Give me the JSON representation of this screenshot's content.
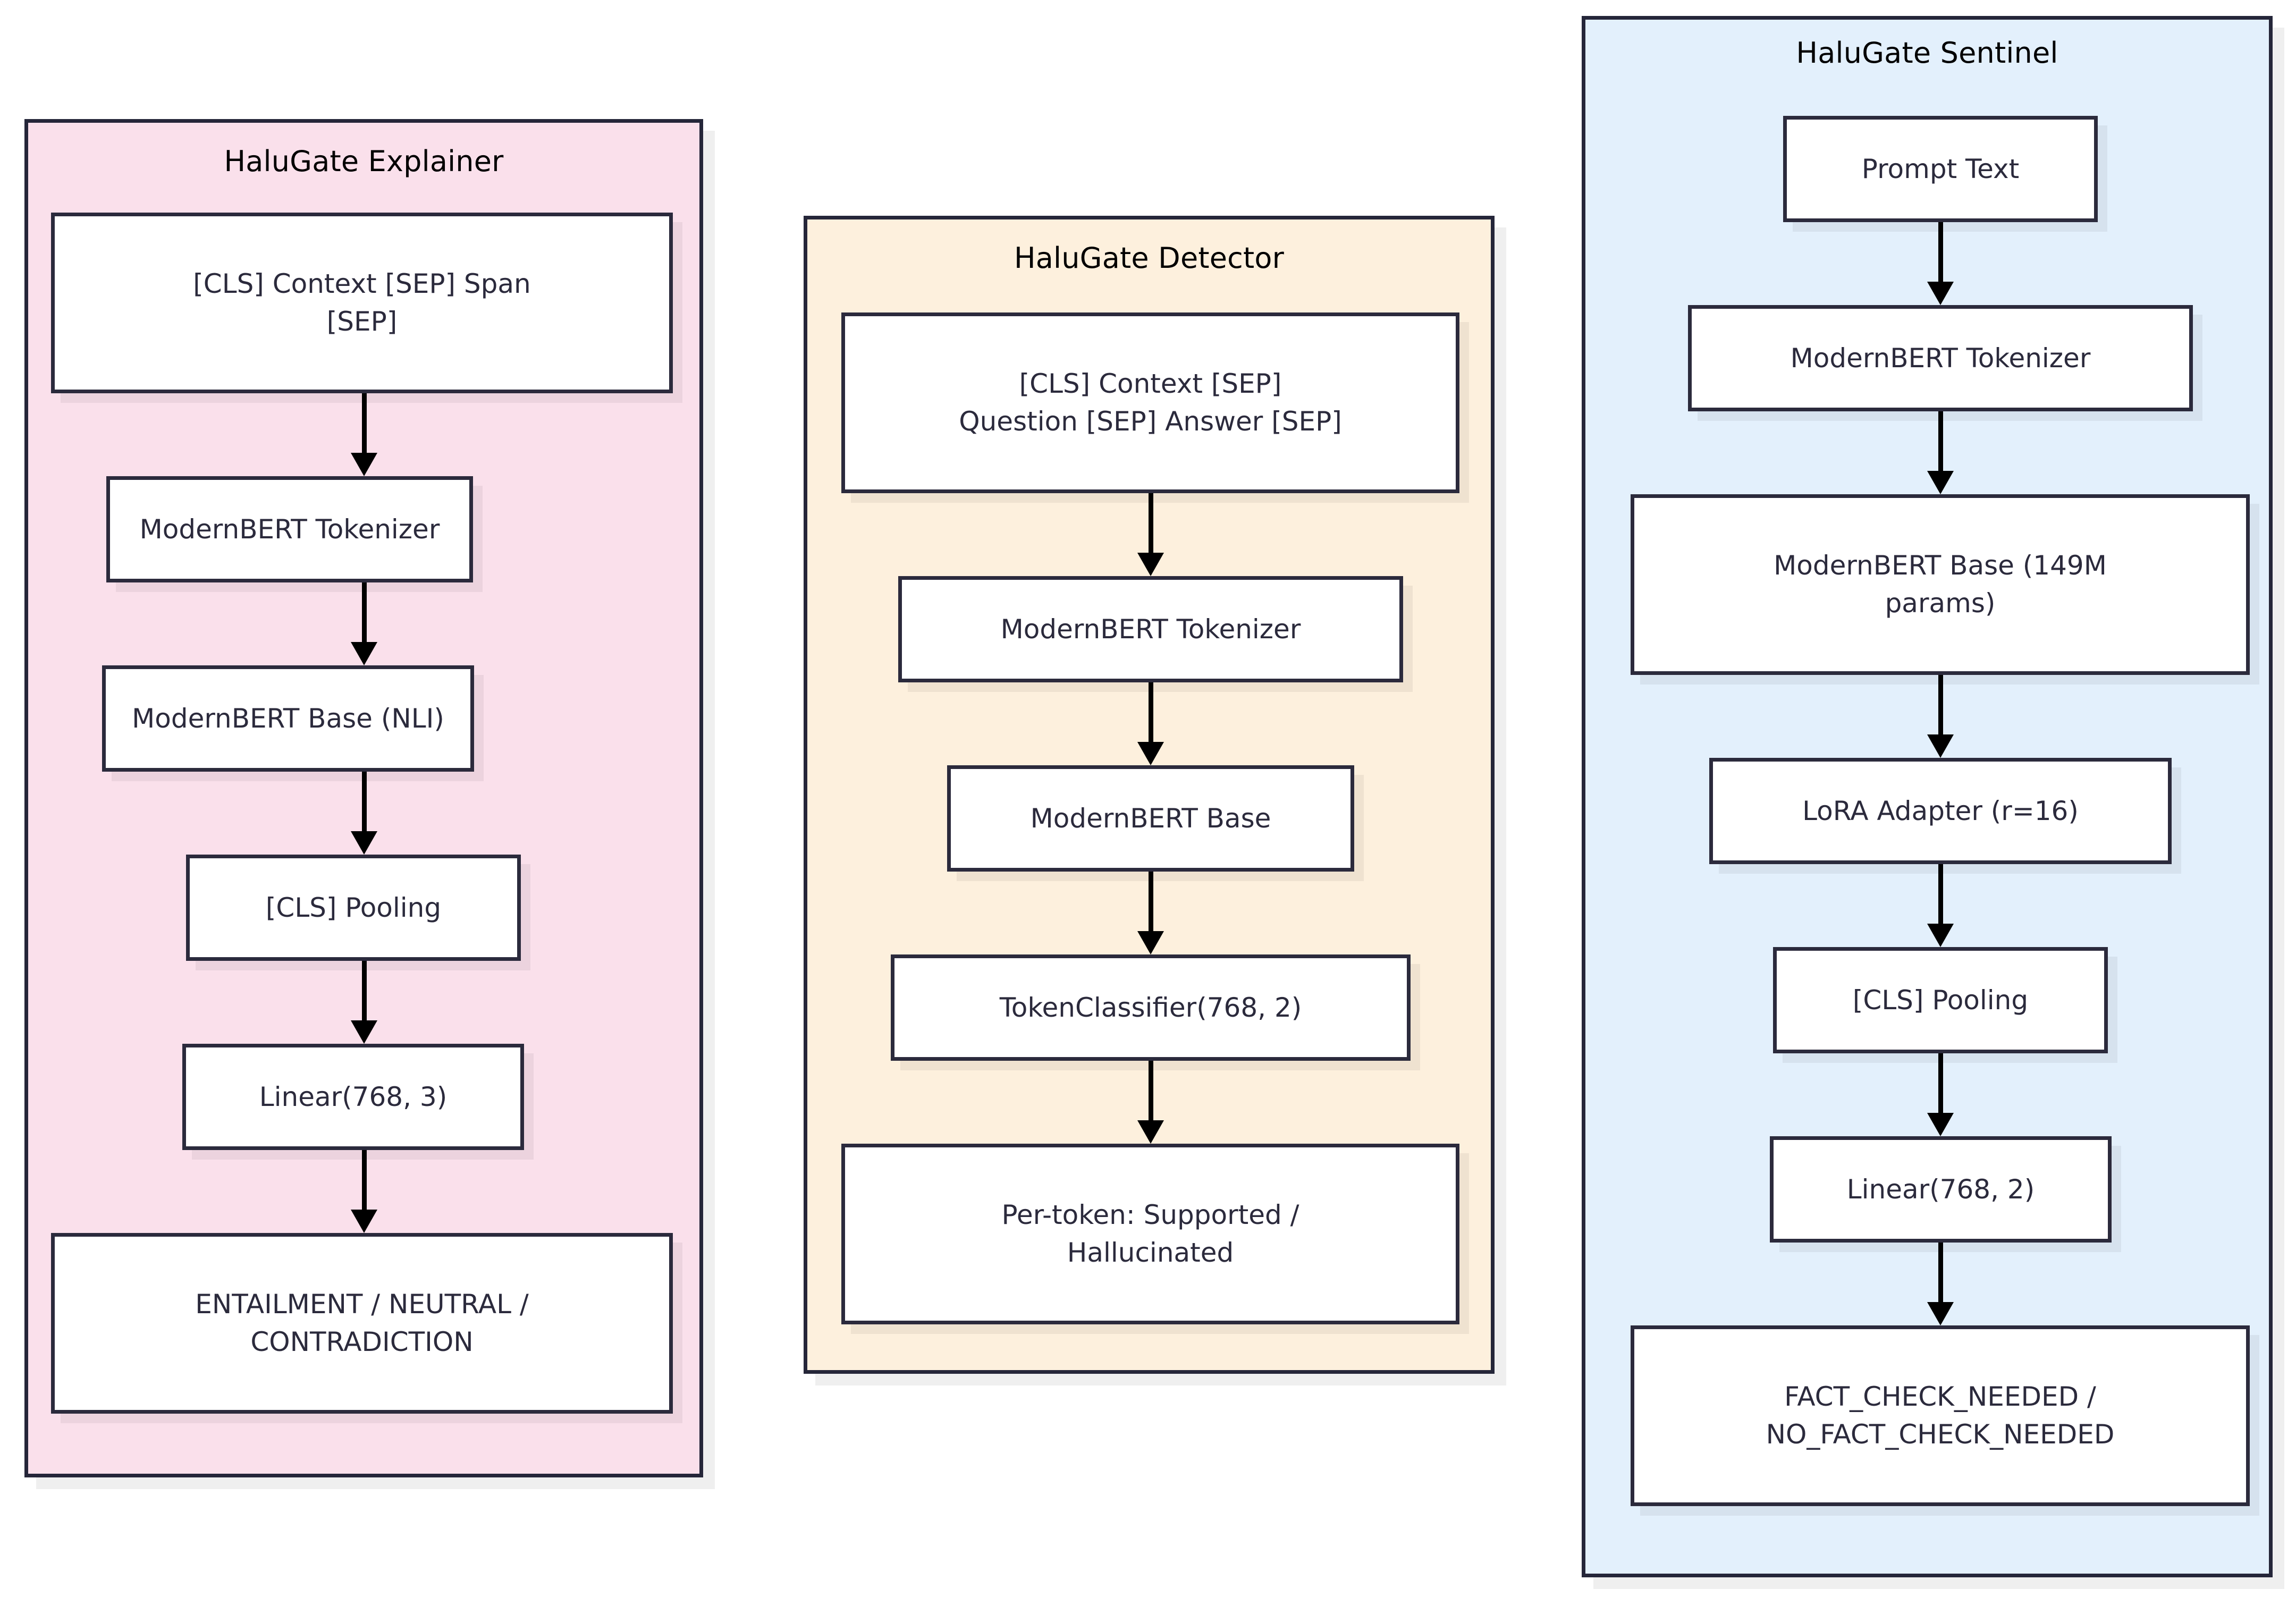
{
  "diagram": {
    "type": "flowchart",
    "direction": "top-to-bottom",
    "background_color": "#ffffff",
    "node_border_color": "#2b2a3c",
    "node_fill_color": "#ffffff",
    "node_text_color": "#2b2a3c",
    "arrow_color": "#000000",
    "subgraph_border_color": "#252639"
  },
  "subgraphs": [
    {
      "id": "explainer",
      "title": "HaluGate Explainer",
      "fill_color": "#fae0eb",
      "nodes": [
        {
          "id": "exp-input",
          "label": "[CLS] Context [SEP] Span\n[SEP]"
        },
        {
          "id": "exp-tokenizer",
          "label": "ModernBERT Tokenizer"
        },
        {
          "id": "exp-base",
          "label": "ModernBERT Base (NLI)"
        },
        {
          "id": "exp-pooling",
          "label": "[CLS] Pooling"
        },
        {
          "id": "exp-linear",
          "label": "Linear(768, 3)"
        },
        {
          "id": "exp-output",
          "label": "ENTAILMENT / NEUTRAL /\nCONTRADICTION"
        }
      ],
      "edges": [
        {
          "from": "exp-input",
          "to": "exp-tokenizer"
        },
        {
          "from": "exp-tokenizer",
          "to": "exp-base"
        },
        {
          "from": "exp-base",
          "to": "exp-pooling"
        },
        {
          "from": "exp-pooling",
          "to": "exp-linear"
        },
        {
          "from": "exp-linear",
          "to": "exp-output"
        }
      ]
    },
    {
      "id": "detector",
      "title": "HaluGate Detector",
      "fill_color": "#fdf0dd",
      "nodes": [
        {
          "id": "det-input",
          "label": "[CLS] Context [SEP]\nQuestion [SEP] Answer [SEP]"
        },
        {
          "id": "det-tokenizer",
          "label": "ModernBERT Tokenizer"
        },
        {
          "id": "det-base",
          "label": "ModernBERT Base"
        },
        {
          "id": "det-classifier",
          "label": "TokenClassifier(768, 2)"
        },
        {
          "id": "det-output",
          "label": "Per-token: Supported /\nHallucinated"
        }
      ],
      "edges": [
        {
          "from": "det-input",
          "to": "det-tokenizer"
        },
        {
          "from": "det-tokenizer",
          "to": "det-base"
        },
        {
          "from": "det-base",
          "to": "det-classifier"
        },
        {
          "from": "det-classifier",
          "to": "det-output"
        }
      ]
    },
    {
      "id": "sentinel",
      "title": "HaluGate Sentinel",
      "fill_color": "#e3f0fc",
      "nodes": [
        {
          "id": "sen-prompt",
          "label": "Prompt Text"
        },
        {
          "id": "sen-tokenizer",
          "label": "ModernBERT Tokenizer"
        },
        {
          "id": "sen-base",
          "label": "ModernBERT Base (149M\nparams)"
        },
        {
          "id": "sen-lora",
          "label": "LoRA Adapter (r=16)"
        },
        {
          "id": "sen-pooling",
          "label": "[CLS] Pooling"
        },
        {
          "id": "sen-linear",
          "label": "Linear(768, 2)"
        },
        {
          "id": "sen-output",
          "label": "FACT_CHECK_NEEDED /\nNO_FACT_CHECK_NEEDED"
        }
      ],
      "edges": [
        {
          "from": "sen-prompt",
          "to": "sen-tokenizer"
        },
        {
          "from": "sen-tokenizer",
          "to": "sen-base"
        },
        {
          "from": "sen-base",
          "to": "sen-lora"
        },
        {
          "from": "sen-lora",
          "to": "sen-pooling"
        },
        {
          "from": "sen-pooling",
          "to": "sen-linear"
        },
        {
          "from": "sen-linear",
          "to": "sen-output"
        }
      ]
    }
  ]
}
